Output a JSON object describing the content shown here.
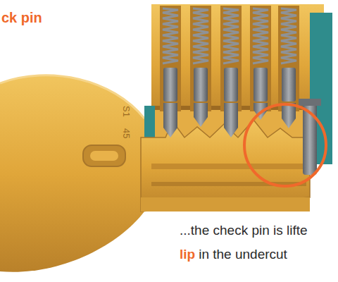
{
  "diagram": {
    "labels": [
      "ck pin",
      "S1",
      "45",
      "...the check pin is lifte",
      "lip",
      "in the undercut"
    ]
  }
}
